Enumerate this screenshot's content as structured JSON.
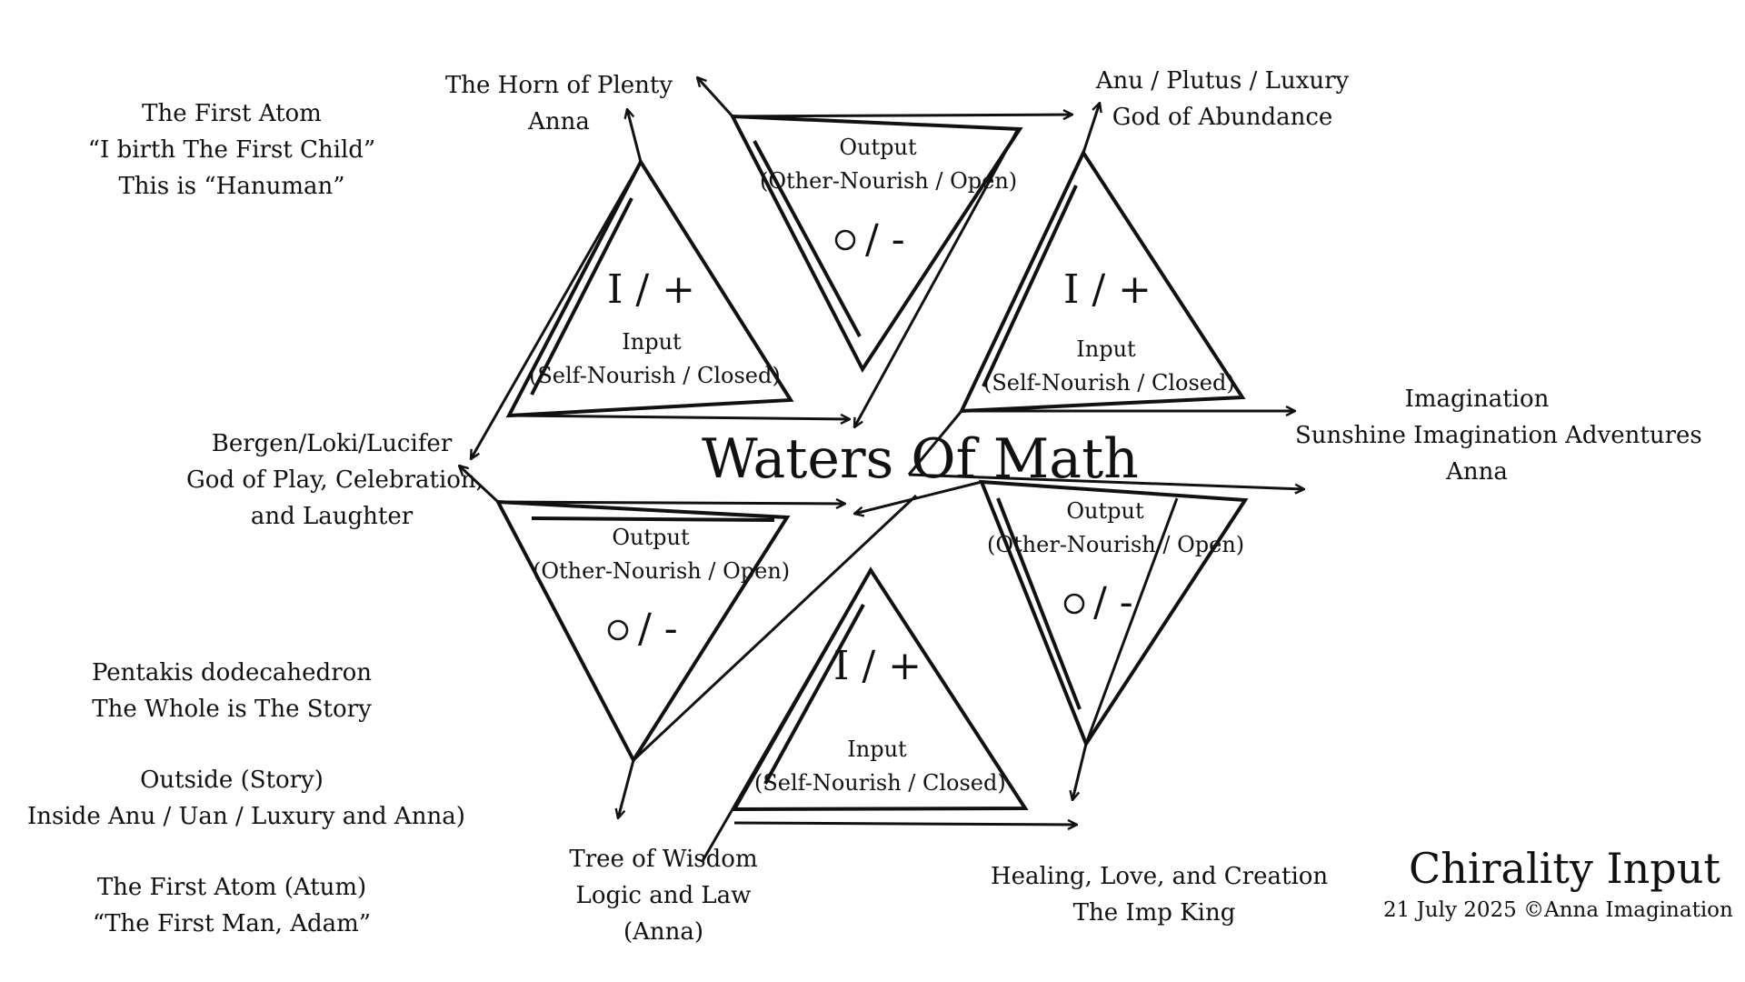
{
  "diagram": {
    "center_title": "Waters Of Math",
    "triangles": {
      "input_symbol": "I / +",
      "input_label": "Input",
      "input_sub": "(Self-Nourish / Closed)",
      "output_symbol": "○ / -",
      "output_label": "Output",
      "output_sub": "(Other-Nourish / Open)"
    },
    "labels": {
      "first_atom": [
        "The First Atom",
        "“I birth The First Child”",
        "This is “Hanuman”"
      ],
      "horn": [
        "The Horn of Plenty",
        "Anna"
      ],
      "anu": [
        "Anu / Plutus / Luxury",
        "God of Abundance"
      ],
      "imagination": [
        "Imagination",
        "Sunshine Imagination Adventures",
        "Anna"
      ],
      "bergen": [
        "Bergen/Loki/Lucifer",
        "God of Play, Celebration,",
        "and Laughter"
      ],
      "pentakis": [
        "Pentakis dodecahedron",
        "The Whole is The Story"
      ],
      "outside": [
        "Outside (Story)",
        "Inside Anu / Uan / Luxury and Anna)"
      ],
      "atum": [
        "The First Atom (Atum)",
        "“The First Man, Adam”"
      ],
      "tree": [
        "Tree of Wisdom",
        "Logic and Law",
        "(Anna)"
      ],
      "healing": [
        "Healing, Love, and Creation",
        "The Imp King"
      ]
    },
    "footer": {
      "title": "Chirality Input",
      "signature": "21 July 2025 ©Anna Imagination"
    }
  }
}
